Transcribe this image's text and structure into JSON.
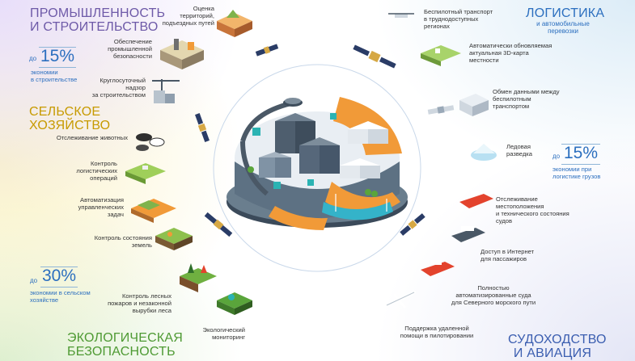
{
  "sections": {
    "industry": {
      "title_l1": "ПРОМЫШЛЕННОСТЬ",
      "title_l2": "И СТРОИТЕЛЬСТВО"
    },
    "agriculture": {
      "title_l1": "СЕЛЬСКОЕ",
      "title_l2": "ХОЗЯЙСТВО"
    },
    "ecology": {
      "title_l1": "ЭКОЛОГИЧЕСКАЯ",
      "title_l2": "БЕЗОПАСНОСТЬ"
    },
    "logistics": {
      "title": "ЛОГИСТИКА",
      "subtitle_l1": "и автомобильные",
      "subtitle_l2": "перевозки"
    },
    "shipping": {
      "title_l1": "СУДОХОДСТВО",
      "title_l2": "И АВИАЦИЯ"
    }
  },
  "stats": {
    "industry": {
      "prefix": "до",
      "value": "15%",
      "text_l1": "экономии",
      "text_l2": "в строительстве"
    },
    "agriculture": {
      "prefix": "до",
      "value": "30%",
      "text_l1": "экономии в сельском",
      "text_l2": "хозяйстве"
    },
    "logistics": {
      "prefix": "до",
      "value": "15%",
      "text_l1": "экономии при",
      "text_l2": "логистике грузов"
    }
  },
  "labels": {
    "territory": [
      "Оценка",
      "территорий,",
      "подъездных путей"
    ],
    "industrial_security": [
      "Обеспечение",
      "промышленной",
      "безопасности"
    ],
    "construction": [
      "Круглосуточный",
      "надзор",
      "за строительством"
    ],
    "animals": [
      "Отслеживание животных"
    ],
    "logistic_ops": [
      "Контроль",
      "логистических",
      "операций"
    ],
    "automation": [
      "Автоматизация",
      "управленческих",
      "задач"
    ],
    "land": [
      "Контроль состояния",
      "земель"
    ],
    "fires": [
      "Контроль лесных",
      "пожаров и незаконной",
      "вырубки леса"
    ],
    "eco_monitoring": [
      "Экологический",
      "мониторинг"
    ],
    "drones": [
      "Беспилотный транспорт",
      "в труднодоступных",
      "регионах"
    ],
    "map3d": [
      "Автоматически обновляемая",
      "актуальная 3D-карта",
      "местности"
    ],
    "data_exchange": [
      "Обмен данными между",
      "беспилотным",
      "транспортом"
    ],
    "ice": [
      "Ледовая",
      "разведка"
    ],
    "vessels": [
      "Отслеживание",
      "местоположения",
      "и технического состояния",
      "судов"
    ],
    "internet": [
      "Доступ в Интернет",
      "для пассажиров"
    ],
    "autonomous": [
      "Полностью",
      "автоматизированные суда",
      "для Северного морского пути"
    ],
    "pilot": [
      "Поддержка удаленной",
      "помощи в пилотировании"
    ]
  },
  "colors": {
    "industry": "#7b68b8",
    "agriculture": "#d4a300",
    "ecology": "#5aa53b",
    "logistics": "#2c6fbf",
    "shipping": "#3b5eb0",
    "accent_orange": "#f19a38"
  }
}
